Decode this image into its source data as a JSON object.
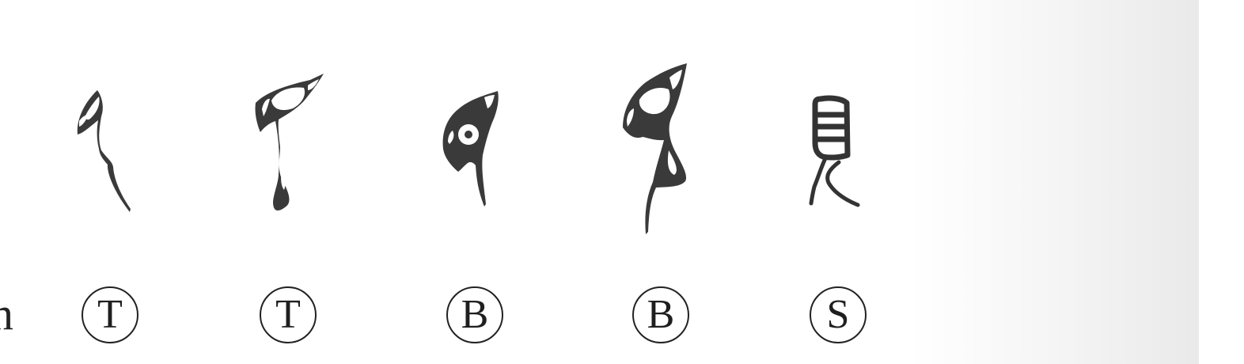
{
  "edge_text": "n",
  "labels": [
    "T",
    "T",
    "B",
    "B",
    "S"
  ],
  "glyph_icons": [
    "oracle-bird-glyph-1",
    "oracle-bird-glyph-2",
    "oracle-bird-glyph-3",
    "oracle-bird-glyph-4",
    "small-seal-glyph-5"
  ]
}
